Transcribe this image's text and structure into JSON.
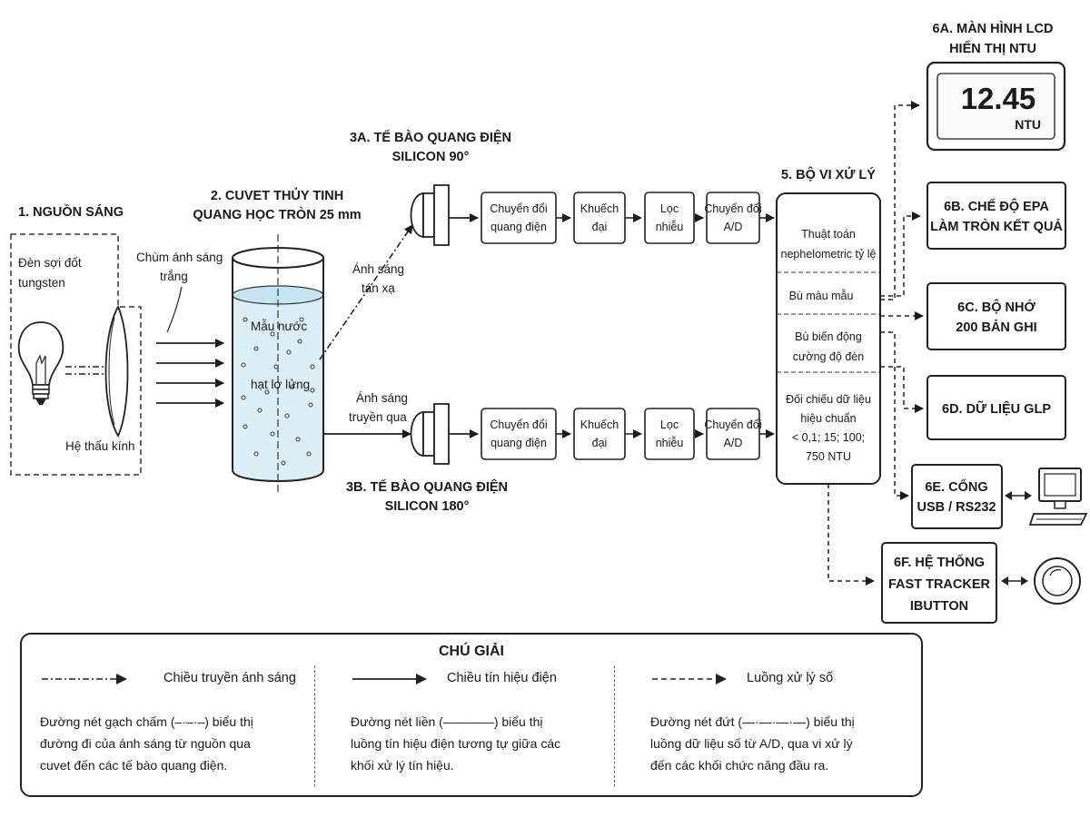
{
  "nodes": {
    "light_source": {
      "title": "1. NGUỒN SÁNG",
      "lamp": [
        "Đèn sợi đốt",
        "tungsten"
      ],
      "lens": "Hệ thấu kính"
    },
    "white_beam": [
      "Chùm ánh sáng",
      "trắng"
    ],
    "cuvette": {
      "title": [
        "2. CUVET THỦY TINH",
        "QUANG HỌC TRÒN 25 mm"
      ],
      "sample": "Mẫu nước",
      "particles": "hạt lơ lửng"
    },
    "scattered_light": [
      "Ánh sáng",
      "tán xạ"
    ],
    "transmitted_light": [
      "Ánh sáng",
      "truyền qua"
    ],
    "cell_90": {
      "title": [
        "3A. TẾ BÀO QUANG ĐIỆN",
        "SILICON 90°"
      ]
    },
    "cell_180": {
      "title": [
        "3B. TẾ BÀO QUANG ĐIỆN",
        "SILICON 180°"
      ]
    },
    "chain": [
      [
        "Chuyển đổi",
        "quang điện"
      ],
      [
        "Khuếch",
        "đại"
      ],
      [
        "Lọc",
        "nhiễu"
      ],
      [
        "Chuyển đổi",
        "A/D"
      ]
    ],
    "processor": {
      "title": "5. BỘ VI XỬ LÝ",
      "sections": [
        [
          "Thuật toán",
          "nephelometric tỷ lệ"
        ],
        [
          "Bù màu mẫu"
        ],
        [
          "Bù biến động",
          "cường độ đèn"
        ],
        [
          "Đối chiếu dữ liệu",
          "hiệu chuẩn",
          "< 0,1; 15; 100;",
          "750 NTU"
        ]
      ]
    },
    "outputs": {
      "lcd": {
        "title": [
          "6A. MÀN HÌNH LCD",
          "HIỂN THỊ NTU"
        ],
        "value": "12.45",
        "unit": "NTU"
      },
      "epa": [
        "6B. CHẾ ĐỘ EPA",
        "LÀM TRÒN KẾT QUẢ"
      ],
      "memory": [
        "6C. BỘ NHỚ",
        "200 BẢN GHI"
      ],
      "glp": [
        "6D. DỮ LIỆU GLP"
      ],
      "port": [
        "6E. CỔNG",
        "USB / RS232"
      ],
      "tracker": [
        "6F. HỆ THỐNG",
        "FAST TRACKER",
        "IBUTTON"
      ]
    }
  },
  "legend": {
    "title": "CHÚ GIẢI",
    "items": [
      {
        "label": "Chiều truyền ánh sáng",
        "desc": [
          "Đường nét gạch chấm (–·–·–) biểu thị",
          "đường đi của ánh sáng từ nguồn qua",
          "cuvet đến các tế bào quang điện."
        ]
      },
      {
        "label": "Chiều tín hiệu điện",
        "desc": [
          "Đường nét liền (————) biểu thị",
          "luồng tín hiệu điện tương tự giữa các",
          "khối xử lý tín hiệu."
        ]
      },
      {
        "label": "Luồng xử lý số",
        "desc": [
          "Đường nét đứt (—·—·—·—) biểu thị",
          "luồng dữ liệu số từ A/D, qua vi xử lý",
          "đến các khối chức năng đầu ra."
        ]
      }
    ]
  }
}
